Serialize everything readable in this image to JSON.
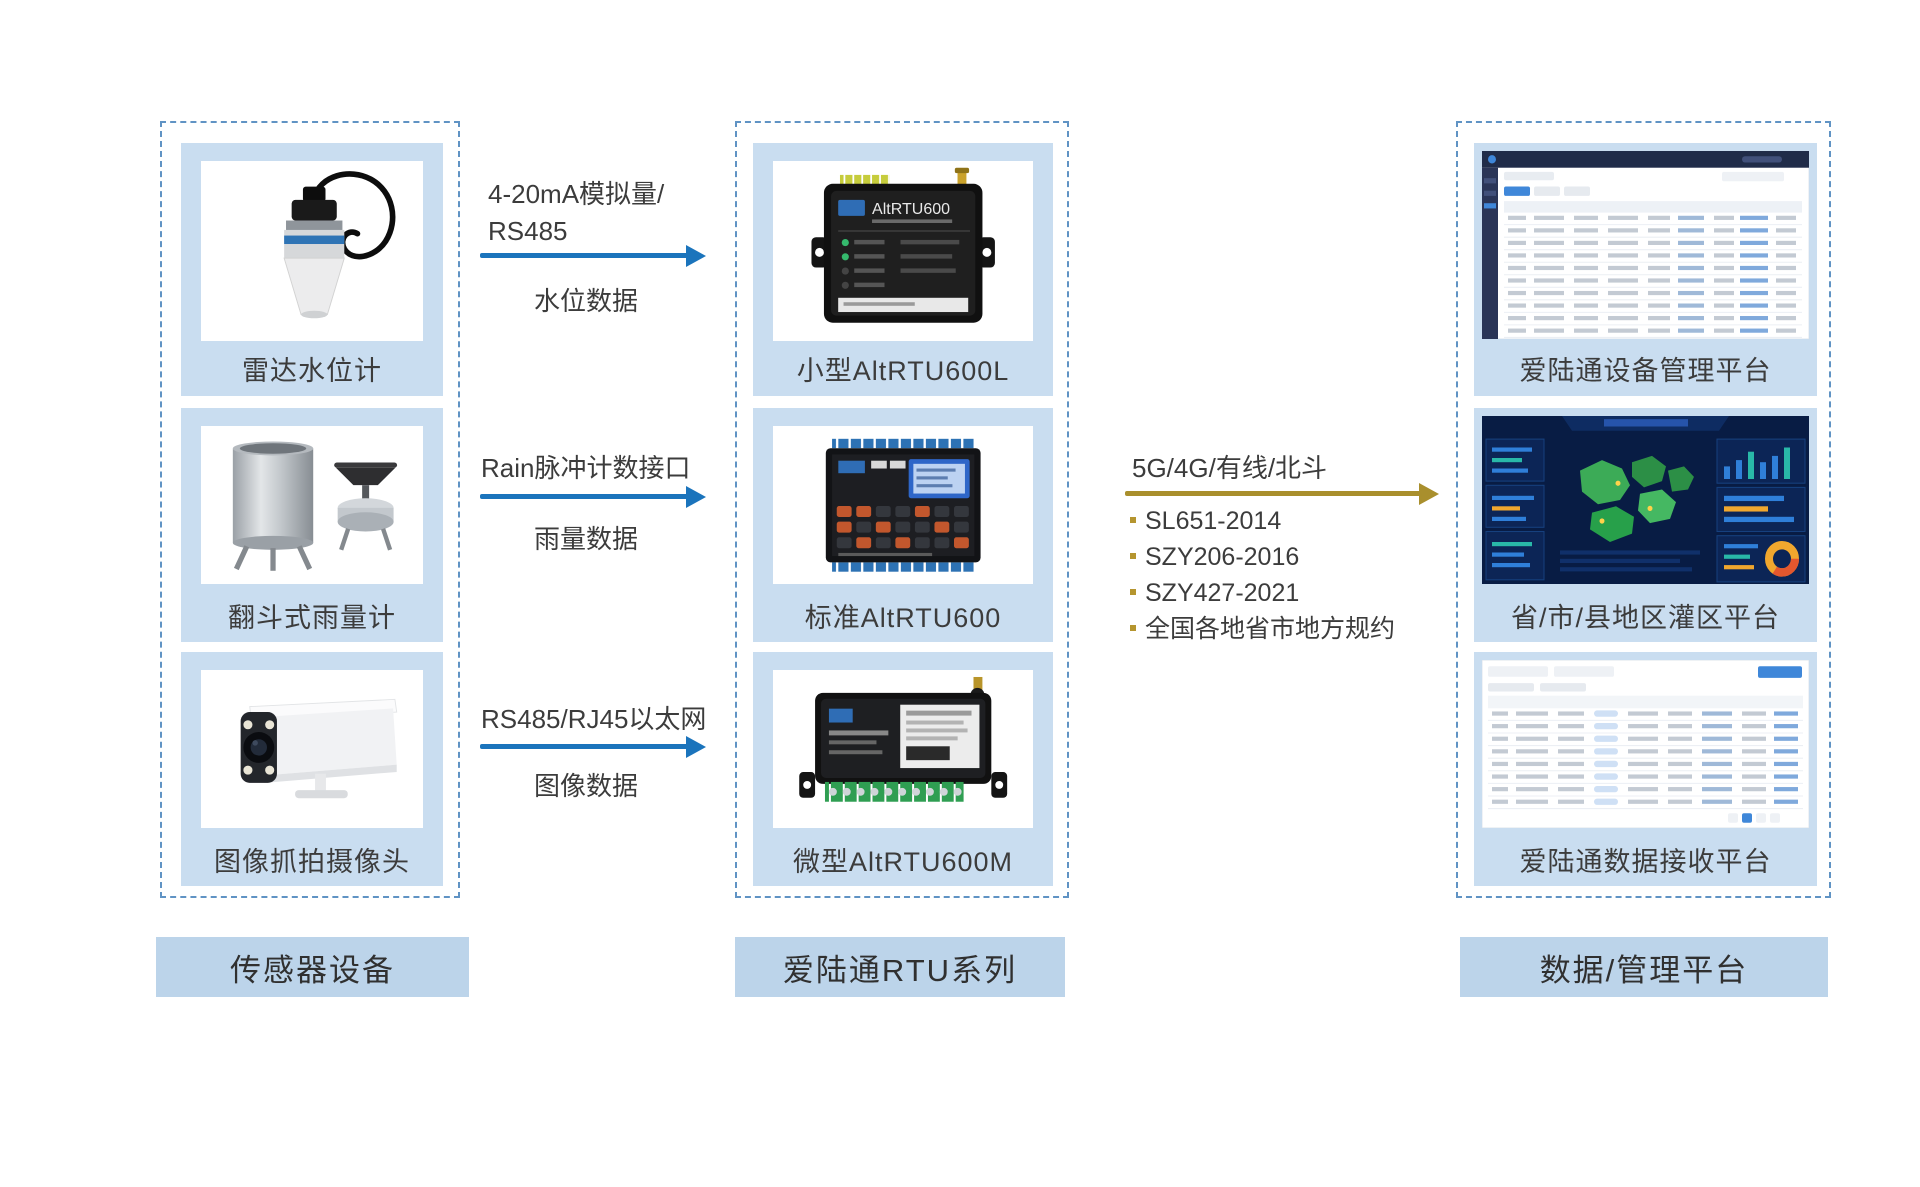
{
  "colors": {
    "dashed_border": "#6093c4",
    "panel_blue": "#c9ddf0",
    "footer_blue": "#bcd4ea",
    "arrow_blue": "#1b74bc",
    "arrow_gold": "#a98f2d"
  },
  "sensors": {
    "footer": "传感器设备",
    "items": [
      {
        "label": "雷达水位计"
      },
      {
        "label": "翻斗式雨量计"
      },
      {
        "label": "图像抓拍摄像头"
      }
    ]
  },
  "rtu": {
    "footer": "爱陆通RTU系列",
    "device_text": "AltRTU600",
    "items": [
      {
        "label": "小型AltRTU600L"
      },
      {
        "label": "标准AltRTU600"
      },
      {
        "label": "微型AltRTU600M"
      }
    ]
  },
  "platforms": {
    "footer": "数据/管理平台",
    "items": [
      {
        "label": "爱陆通设备管理平台"
      },
      {
        "label": "省/市/县地区灌区平台"
      },
      {
        "label": "爱陆通数据接收平台"
      }
    ]
  },
  "links": [
    {
      "line1": "4-20mA模拟量/",
      "line2": "RS485",
      "data": "水位数据"
    },
    {
      "line1": "Rain脉冲计数接口",
      "line2": "",
      "data": "雨量数据"
    },
    {
      "line1": "RS485/RJ45以太网",
      "line2": "",
      "data": "图像数据"
    }
  ],
  "uplink": {
    "label": "5G/4G/有线/北斗",
    "protocols": [
      "SL651-2014",
      "SZY206-2016",
      "SZY427-2021",
      "全国各地省市地方规约"
    ]
  }
}
